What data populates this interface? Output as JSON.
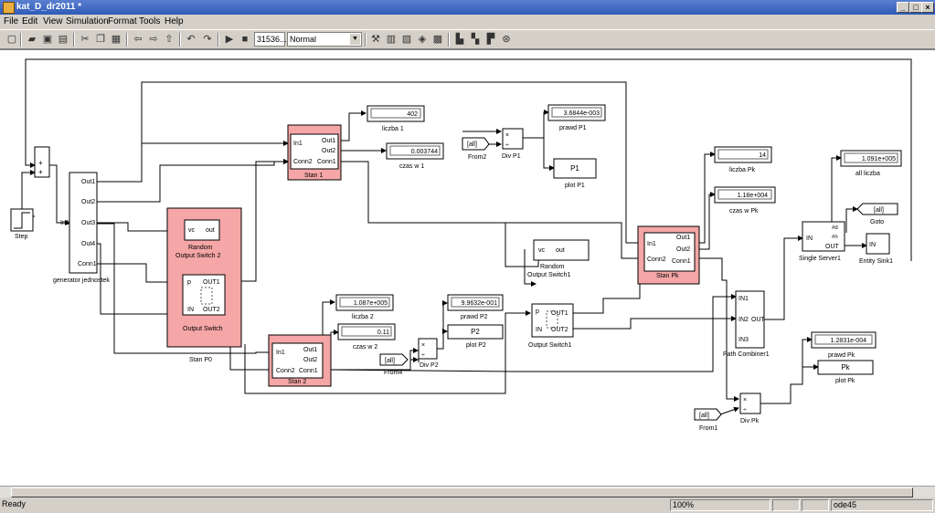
{
  "window": {
    "title": "kat_D_dr2011 *"
  },
  "menu": [
    "File",
    "Edit",
    "View",
    "Simulation",
    "Format",
    "Tools",
    "Help"
  ],
  "toolbar": {
    "stop_time": "31536...",
    "mode": "Normal"
  },
  "blocks": {
    "step": "Step",
    "sum_plus": "+",
    "generator": {
      "label": "generator jednostek",
      "in": "In1",
      "ports": [
        "Out1",
        "Out2",
        "Out3",
        "Out4",
        "Conn1"
      ]
    },
    "random_switch_2": {
      "label": "Random\nOutput Switch 2",
      "vc": "vc",
      "out": "out"
    },
    "output_switch": {
      "label": "Output Switch",
      "p": "p",
      "in": "IN",
      "out1": "OUT1",
      "out2": "OUT2"
    },
    "stan_p0": "Stan P0",
    "stan1": {
      "label": "Stan 1",
      "in": "In1",
      "conn2": "Conn2",
      "out1": "Out1",
      "out2": "Out2",
      "conn1": "Conn1"
    },
    "stan2": {
      "label": "Stan 2",
      "in": "In1",
      "conn2": "Conn2",
      "out1": "Out1",
      "out2": "Out2",
      "conn1": "Conn1"
    },
    "stanpk": {
      "label": "Stan Pk",
      "in": "In1",
      "conn2": "Conn2",
      "out1": "Out1",
      "out2": "Out2",
      "conn1": "Conn1"
    },
    "liczba1": {
      "value": "402",
      "label": "liczba 1"
    },
    "czas_w1": {
      "value": "0.003744",
      "label": "czas w 1"
    },
    "prawd_p1": {
      "value": "3.6844e-003",
      "label": "prawd P1"
    },
    "plot_p1": {
      "value": "P1",
      "label": "plot P1"
    },
    "from2": {
      "value": "[all]",
      "label": "From2"
    },
    "div_p1": {
      "label": "Div P1"
    },
    "liczba2": {
      "value": "1.087e+005",
      "label": "liczba 2"
    },
    "czas_w2": {
      "value": "0.11",
      "label": "czas w 2"
    },
    "from4": {
      "value": "[all]",
      "label": "From4"
    },
    "div_p2": {
      "label": "Div P2"
    },
    "prawd_p2": {
      "value": "9.9632e-001",
      "label": "prawd P2"
    },
    "plot_p2": {
      "value": "P2",
      "label": "plot P2"
    },
    "random_switch_1": {
      "label": "Random\nOutput Switch1",
      "vc": "vc",
      "out": "out"
    },
    "output_switch1": {
      "label": "Output Switch1",
      "p": "p",
      "in": "IN",
      "out1": "OUT1",
      "out2": "OUT2"
    },
    "liczba_pk": {
      "value": "14",
      "label": "liczba Pk"
    },
    "czas_w_pk": {
      "value": "1.18e+004",
      "label": "czas w Pk"
    },
    "all_liczba": {
      "value": "1.091e+005",
      "label": "all liczba"
    },
    "goto": {
      "value": "[all]",
      "label": "Goto"
    },
    "single_server": {
      "label": "Single Server1",
      "in": "IN",
      "d": "#d",
      "n": "#n",
      "out": "OUT"
    },
    "entity_sink": {
      "label": "Entity Sink1",
      "in": "IN"
    },
    "path_combiner": {
      "label": "Path Combiner1",
      "in1": "IN1",
      "in2": "IN2",
      "in3": "IN3",
      "out": "OUT"
    },
    "prawd_pk": {
      "value": "1.2831e-004",
      "label": "prawd Pk"
    },
    "plot_pk": {
      "value": "Pk",
      "label": "plot Pk"
    },
    "from1": {
      "value": "[all]",
      "label": "From1"
    },
    "div_pk": {
      "label": "Div Pk"
    }
  },
  "status": {
    "left": "Ready",
    "zoom": "100%",
    "solver": "ode45"
  }
}
